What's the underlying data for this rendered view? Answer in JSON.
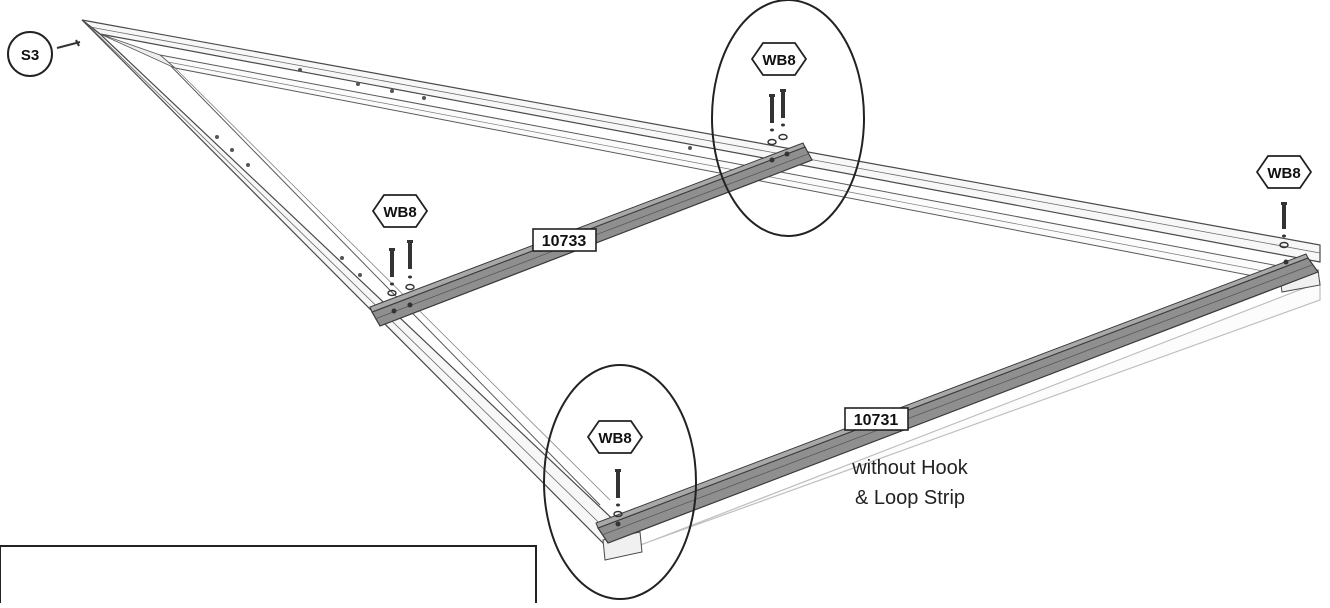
{
  "callouts": {
    "screw": "S3",
    "bolt_top": "WB8",
    "bolt_left": "WB8",
    "bolt_right": "WB8",
    "bolt_bottom": "WB8"
  },
  "parts": {
    "short_brace": "10733",
    "long_brace": "10731"
  },
  "note": {
    "line1": "without Hook",
    "line2": "& Loop Strip"
  },
  "colors": {
    "frame_fill": "#f7f7f7",
    "frame_stroke": "#4a4a4a",
    "brace_fill": "#8f8f8f",
    "brace_top": "#a8a8a8",
    "brace_stroke": "#3a3a3a",
    "callout_stroke": "#222222"
  }
}
